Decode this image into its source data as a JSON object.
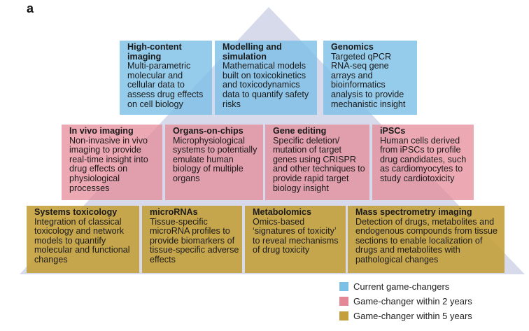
{
  "panel_label": "a",
  "colors": {
    "current": "#7dc0e6",
    "two_years": "#e48896",
    "five_years": "#c4a03c",
    "pyramid": "#c9cde3"
  },
  "tiers": {
    "top": [
      {
        "title": "High-content imaging",
        "body": "Multi-parametric molecular and cellular data to assess drug effects on cell biology"
      },
      {
        "title": "Modelling and simulation",
        "body": "Mathematical models built on toxicokinetics and toxicodynamics data to quantify safety risks"
      },
      {
        "title": "Genomics",
        "body": "Targeted qPCR RNA-seq gene arrays and bioinformatics analysis to provide mechanistic insight"
      }
    ],
    "middle": [
      {
        "title": "In vivo imaging",
        "body": "Non-invasive in vivo imaging to provide real-time insight into drug effects on physiological processes"
      },
      {
        "title": "Organs-on-chips",
        "body": "Microphysiological systems to potentially emulate human biology of multiple organs"
      },
      {
        "title": "Gene editing",
        "body": "Specific deletion/ mutation of target genes using CRISPR and other techniques to provide rapid target biology insight"
      },
      {
        "title": "iPSCs",
        "body": "Human cells derived from iPSCs to profile drug candidates, such as cardiomyocytes to study cardiotoxicity"
      }
    ],
    "bottom": [
      {
        "title": "Systems toxicology",
        "body": "Integration of classical toxicology and network models to quantify molecular and functional changes"
      },
      {
        "title": "microRNAs",
        "body": "Tissue-specific microRNA profiles to provide biomarkers of tissue-specific adverse effects"
      },
      {
        "title": "Metabolomics",
        "body": "Omics-based ‘signatures of toxicity’ to reveal mechanisms of drug toxicity"
      },
      {
        "title": "Mass spectrometry imaging",
        "body": "Detection of drugs, metabolites and endogenous compounds from tissue sections to enable localization of drugs and metabolites with pathological changes"
      }
    ]
  },
  "legend": [
    {
      "label": "Current game-changers",
      "color": "#7dc0e6"
    },
    {
      "label": "Game-changer within 2 years",
      "color": "#e48896"
    },
    {
      "label": "Game-changer within 5 years",
      "color": "#c4a03c"
    }
  ]
}
